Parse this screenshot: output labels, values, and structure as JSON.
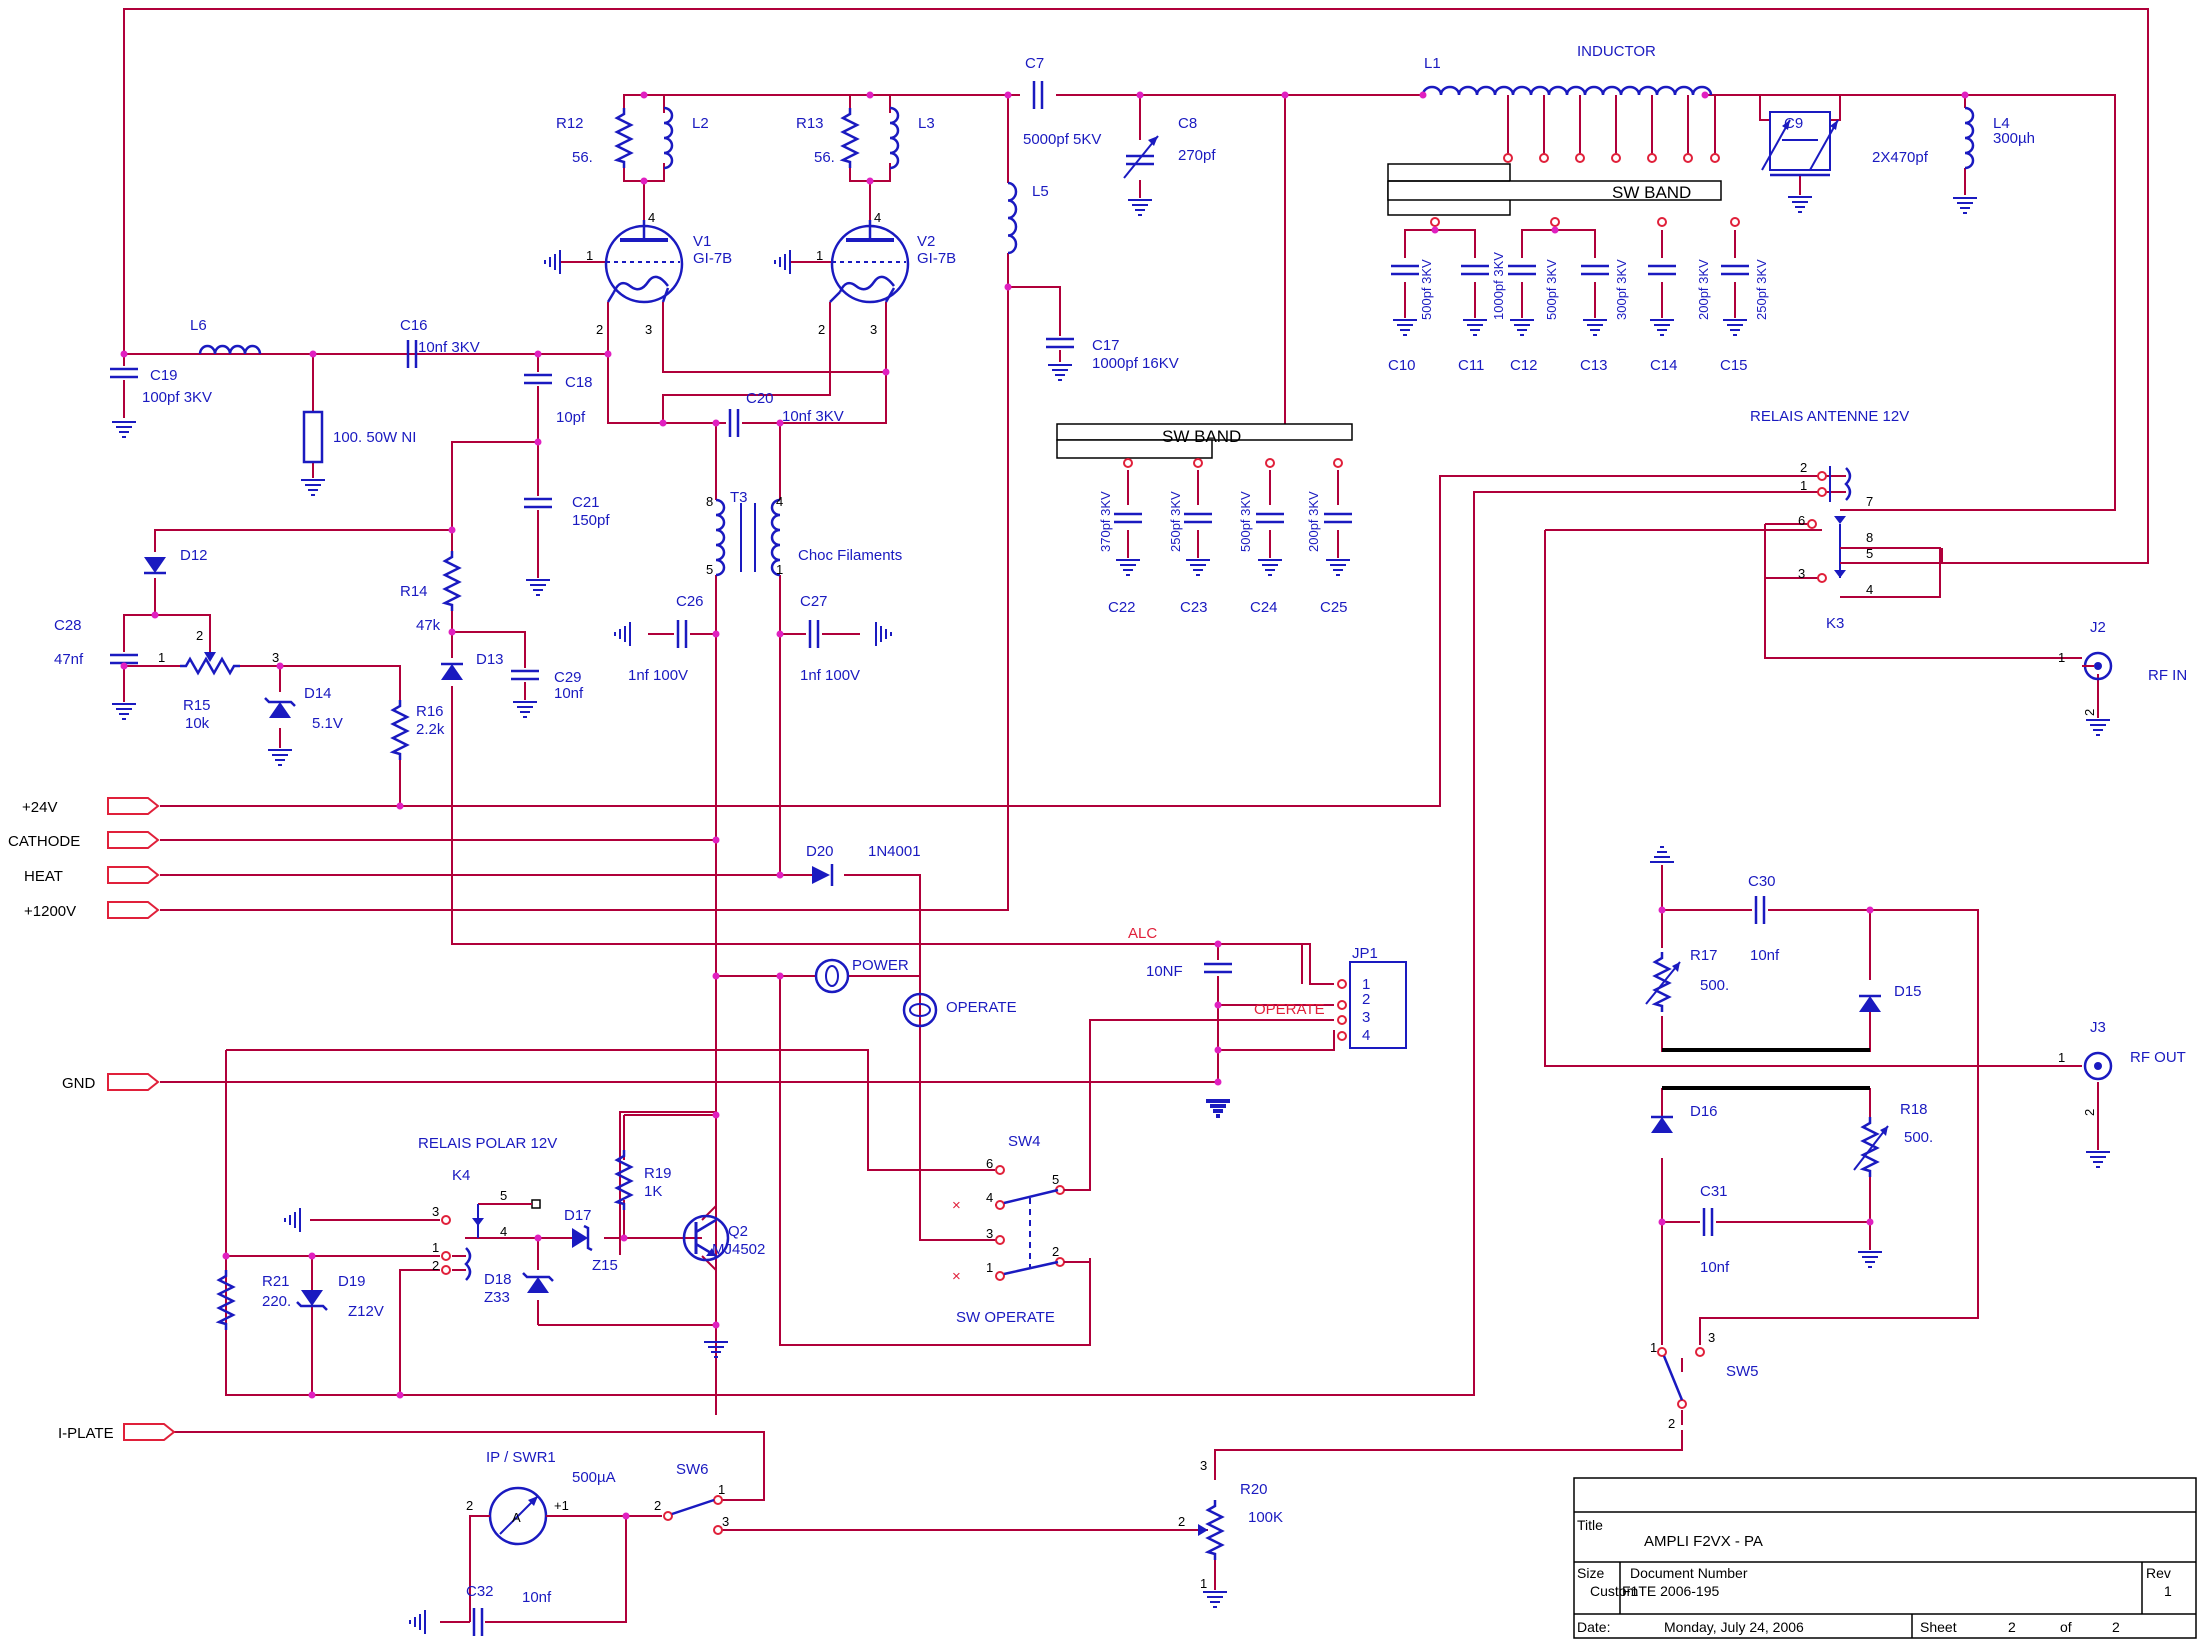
{
  "colors": {
    "wire": "#b0003a",
    "component": "#1a1ac0",
    "junction": "#e020c0",
    "label_red": "#e0203a"
  },
  "components": {
    "R12": {
      "ref": "R12",
      "value": "56."
    },
    "R13": {
      "ref": "R13",
      "value": "56."
    },
    "L2": {
      "ref": "L2"
    },
    "L3": {
      "ref": "L3"
    },
    "V1": {
      "ref": "V1",
      "value": "GI-7B"
    },
    "V2": {
      "ref": "V2",
      "value": "GI-7B"
    },
    "C7": {
      "ref": "C7",
      "value": "5000pf 5KV"
    },
    "C8": {
      "ref": "C8",
      "value": "270pf"
    },
    "L1": {
      "ref": "L1"
    },
    "inductor": "INDUCTOR",
    "C9": {
      "ref": "C9",
      "value": "2X470pf"
    },
    "L4": {
      "ref": "L4",
      "value": "300µh"
    },
    "L5": {
      "ref": "L5"
    },
    "C17": {
      "ref": "C17",
      "value": "1000pf 16KV"
    },
    "L6": {
      "ref": "L6"
    },
    "C16": {
      "ref": "C16",
      "value": "10nf 3KV"
    },
    "C19": {
      "ref": "C19",
      "value": "100pf 3KV"
    },
    "load": {
      "value": "100. 50W NI"
    },
    "C18": {
      "ref": "C18",
      "value": "10pf"
    },
    "C21": {
      "ref": "C21",
      "value": "150pf"
    },
    "C20": {
      "ref": "C20",
      "value": "10nf 3KV"
    },
    "T3": {
      "ref": "T3",
      "value": "Choc Filaments"
    },
    "C26": {
      "ref": "C26",
      "value": "1nf 100V"
    },
    "C27": {
      "ref": "C27",
      "value": "1nf 100V"
    },
    "D12": {
      "ref": "D12"
    },
    "C28": {
      "ref": "C28",
      "value": "47nf"
    },
    "R15": {
      "ref": "R15",
      "value": "10k"
    },
    "D14": {
      "ref": "D14",
      "value": "5.1V"
    },
    "R14": {
      "ref": "R14",
      "value": "47k"
    },
    "D13": {
      "ref": "D13"
    },
    "C29": {
      "ref": "C29",
      "value": "10nf"
    },
    "R16": {
      "ref": "R16",
      "value": "2.2k"
    },
    "D20": {
      "ref": "D20",
      "value": "1N4001"
    },
    "C10": {
      "ref": "C10",
      "value": "500pf 3KV"
    },
    "C11": {
      "ref": "C11",
      "value": "1000pf 3KV"
    },
    "C12": {
      "ref": "C12",
      "value": "500pf 3KV"
    },
    "C13": {
      "ref": "C13",
      "value": "300pf 3KV"
    },
    "C14": {
      "ref": "C14",
      "value": ""
    },
    "C15": {
      "ref": "C15",
      "value": "200pf 3KV",
      "value2": "250pf 3KV"
    },
    "C22": {
      "ref": "C22",
      "value": "370pf 3KV"
    },
    "C23": {
      "ref": "C23",
      "value": "250pf 3KV"
    },
    "C24": {
      "ref": "C24",
      "value": "500pf 3KV"
    },
    "C25": {
      "ref": "C25",
      "value": "200pf 3KV"
    },
    "sw_band_1": "SW BAND",
    "sw_band_2": "SW BAND",
    "K3": {
      "ref": "K3",
      "value": "RELAIS ANTENNE 12V"
    },
    "J2": {
      "ref": "J2",
      "value": "RF IN"
    },
    "J3": {
      "ref": "J3",
      "value": "RF OUT"
    },
    "C30": {
      "ref": "C30",
      "value": "10nf"
    },
    "R17": {
      "ref": "R17",
      "value": "500."
    },
    "D15": {
      "ref": "D15"
    },
    "D16": {
      "ref": "D16"
    },
    "R18": {
      "ref": "R18",
      "value": "500."
    },
    "C31": {
      "ref": "C31",
      "value": "10nf"
    },
    "SW5": {
      "ref": "SW5"
    },
    "JP1": {
      "ref": "JP1"
    },
    "alc": "ALC",
    "operate_net": "OPERATE",
    "C_alc": {
      "value": "10NF"
    },
    "power_lamp": "POWER",
    "operate_lamp": "OPERATE",
    "SW4": {
      "ref": "SW4"
    },
    "sw_operate": "SW OPERATE",
    "K4": {
      "ref": "K4",
      "value": "RELAIS POLAR 12V"
    },
    "R19": {
      "ref": "R19",
      "value": "1K"
    },
    "D17": {
      "ref": "D17",
      "value": "Z15"
    },
    "Q2": {
      "ref": "Q2",
      "value": "MJ4502"
    },
    "D18": {
      "ref": "D18",
      "value": "Z33"
    },
    "R21": {
      "ref": "R21",
      "value": "220."
    },
    "D19": {
      "ref": "D19",
      "value": "Z12V"
    },
    "meter": {
      "ref": "IP / SWR1",
      "value": "500µA"
    },
    "SW6": {
      "ref": "SW6"
    },
    "C32": {
      "ref": "C32",
      "value": "10nf"
    },
    "R20": {
      "ref": "R20",
      "value": "100K"
    }
  },
  "ports": {
    "p24v": "+24V",
    "cathode": "CATHODE",
    "heat": "HEAT",
    "p1200v": "+1200V",
    "gnd": "GND",
    "iplate": "I-PLATE"
  },
  "title_block": {
    "title_label": "Title",
    "title": "AMPLI F2VX  -  PA",
    "size_label": "Size",
    "size": "Custom",
    "docnum_label": "Document Number",
    "docnum": "F1TE 2006-195",
    "rev_label": "Rev",
    "rev": "1",
    "date_label": "Date:",
    "date": "Monday, July 24, 2006",
    "sheet_label": "Sheet",
    "sheet": "2",
    "of_label": "of",
    "of": "2"
  }
}
